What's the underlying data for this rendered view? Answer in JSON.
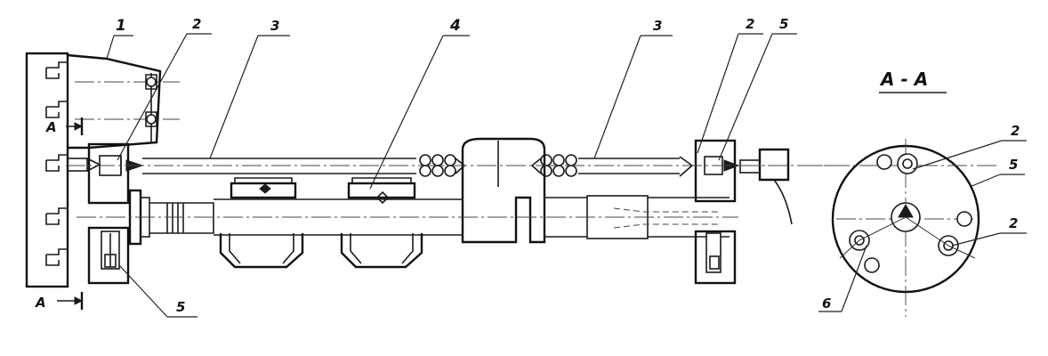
{
  "callouts": {
    "c1": "1",
    "c2a": "2",
    "c3a": "3",
    "c4": "4",
    "c3b": "3",
    "c2b": "2",
    "c5a": "5",
    "c5b": "5"
  },
  "section_marks": {
    "top": "A",
    "bottom": "A"
  },
  "section_view": {
    "title": "A - A",
    "c2a": "2",
    "c5": "5",
    "c2b": "2",
    "c6": "6"
  }
}
